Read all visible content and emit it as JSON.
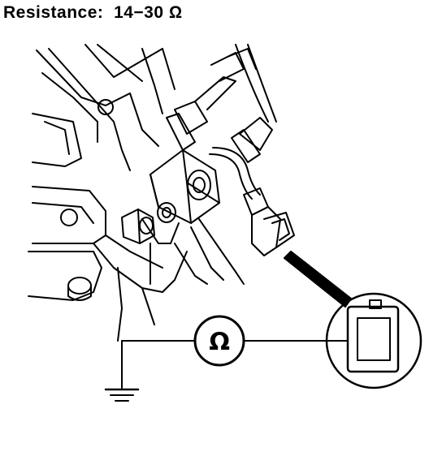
{
  "title": {
    "label": "Resistance:",
    "value": "14−30 Ω"
  },
  "meter": {
    "symbol": "Ω"
  },
  "icons": {
    "meter": "ohmmeter-icon",
    "ground": "ground-symbol-icon",
    "connector": "connector-terminal-icon"
  }
}
